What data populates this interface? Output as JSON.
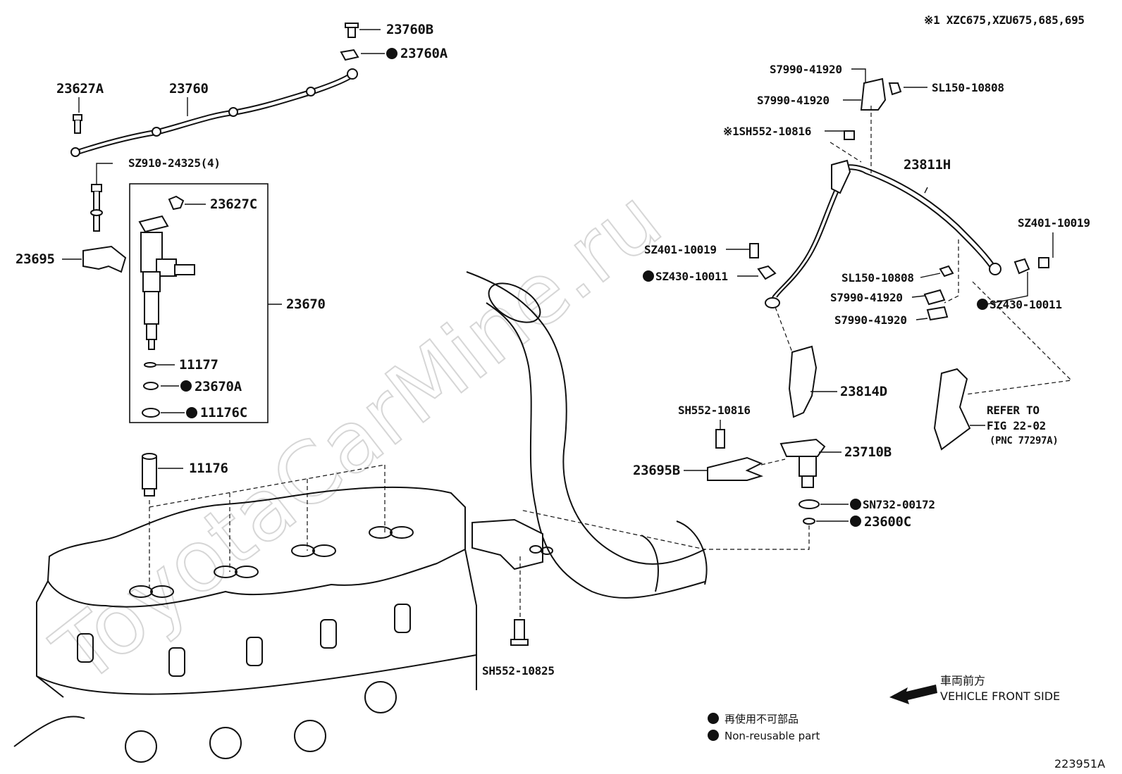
{
  "header": {
    "model_note": "※1 XZC675,XZU675,685,695"
  },
  "watermark": "ToyotaCarMine.ru",
  "parts": {
    "p23760B": "23760B",
    "p23760A": "23760A",
    "p23627A": "23627A",
    "p23760": "23760",
    "pSZ910": "SZ910-24325(4)",
    "p23627C": "23627C",
    "p23695": "23695",
    "p23670": "23670",
    "p11177": "11177",
    "p23670A": "23670A",
    "p11176C": "11176C",
    "p11176": "11176",
    "pS7990a": "S7990-41920",
    "pS7990b": "S7990-41920",
    "pSL150a": "SL150-10808",
    "pSH552a": "※1SH552-10816",
    "p23811H": "23811H",
    "pSZ401a": "SZ401-10019",
    "pSZ430a": "SZ430-10011",
    "pSZ401b": "SZ401-10019",
    "pSL150b": "SL150-10808",
    "pS7990c": "S7990-41920",
    "pS7990d": "S7990-41920",
    "pSZ430b": "SZ430-10011",
    "p23814D": "23814D",
    "pSH552b": "SH552-10816",
    "p23710B": "23710B",
    "p23695B": "23695B",
    "pSN732": "SN732-00172",
    "p23600C": "23600C",
    "pSH552c": "SH552-10825"
  },
  "refer": {
    "line1": "REFER TO",
    "line2": "FIG 22-02",
    "line3": "(PNC 77297A)"
  },
  "front": {
    "jp": "車両前方",
    "en": "VEHICLE FRONT SIDE"
  },
  "legend": {
    "jp": "再使用不可部品",
    "en": "Non-reusable part"
  },
  "footer": {
    "illustration_id": "223951A"
  },
  "icons": {
    "non_reusable": "filled-circle-icon",
    "front_arrow": "arrow-left-icon"
  }
}
